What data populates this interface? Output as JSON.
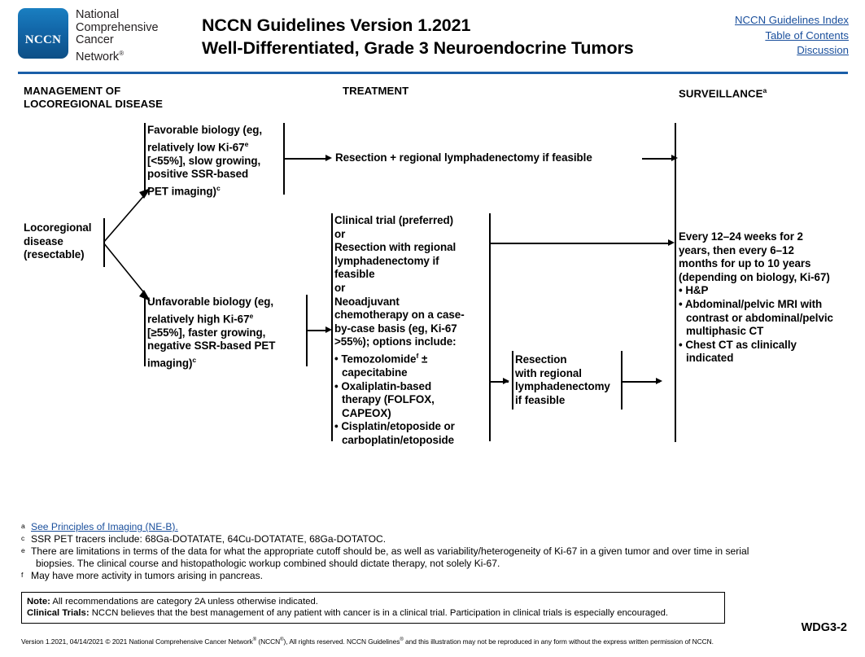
{
  "header": {
    "logo_acronym": "NCCN",
    "logo_line1": "National",
    "logo_line2": "Comprehensive",
    "logo_line3": "Cancer",
    "logo_line4": "Network",
    "logo_reg": "®",
    "title_line1": "NCCN Guidelines Version 1.2021",
    "title_line2": "Well-Differentiated, Grade 3 Neuroendocrine Tumors",
    "links": [
      {
        "label": "NCCN Guidelines Index"
      },
      {
        "label": "Table of Contents"
      },
      {
        "label": "Discussion"
      }
    ],
    "rule_color": "#1a5ea8"
  },
  "columns": {
    "management_line1": "MANAGEMENT OF",
    "management_line2": "LOCOREGIONAL DISEASE",
    "treatment": "TREATMENT",
    "surveillance": "SURVEILLANCE",
    "surveillance_sup": "a"
  },
  "flow": {
    "start": {
      "line1": "Locoregional",
      "line2": "disease",
      "line3": "(resectable)"
    },
    "favorable": {
      "l1": "Favorable biology (eg,",
      "l2a": "relatively low Ki-67",
      "l2sup": "e",
      "l3": "[<55%], slow growing,",
      "l4": "positive SSR-based",
      "l5a": "PET imaging)",
      "l5sup": "c"
    },
    "unfavorable": {
      "l1": "Unfavorable biology (eg,",
      "l2a": "relatively high Ki-67",
      "l2sup": "e",
      "l3": "[≥55%], faster growing,",
      "l4": "negative SSR-based PET",
      "l5a": "imaging)",
      "l5sup": "c"
    },
    "resection_top": "Resection + regional lymphadenectomy if feasible",
    "treatment_block": {
      "l1": "Clinical trial (preferred)",
      "l2": "or",
      "l3": "Resection with regional",
      "l4": "lymphadenectomy if",
      "l5": "feasible",
      "l6": "or",
      "l7": "Neoadjuvant",
      "l8": "chemotherapy on a case-",
      "l9": "by-case basis (eg, Ki-67",
      "l10": ">55%); options include:",
      "b1a": "Temozolomide",
      "b1sup": "f",
      "b1b": " ±",
      "b1c": "capecitabine",
      "b2a": "Oxaliplatin-based",
      "b2b": "therapy (FOLFOX,",
      "b2c": "CAPEOX)",
      "b3a": "Cisplatin/etoposide or",
      "b3b": "carboplatin/etoposide"
    },
    "resection_mid": {
      "l1": "Resection",
      "l2": "with regional",
      "l3": "lymphadenectomy",
      "l4": "if feasible"
    },
    "surveillance_block": {
      "l1": "Every 12–24 weeks for 2",
      "l2": "years, then every 6–12",
      "l3": "months for up to 10 years",
      "l4": "(depending on biology, Ki-67)",
      "b1": "H&P",
      "b2a": "Abdominal/pelvic MRI with",
      "b2b": "contrast or abdominal/pelvic",
      "b2c": "multiphasic CT",
      "b3a": "Chest CT as clinically",
      "b3b": "indicated"
    }
  },
  "footnotes": [
    {
      "mark": "a",
      "link_text": "See Principles of Imaging (NE-B).",
      "is_link": true,
      "text": "",
      "cont": ""
    },
    {
      "mark": "c",
      "is_link": false,
      "text": "SSR PET tracers include: 68Ga-DOTATATE, 64Cu-DOTATATE, 68Ga-DOTATOC.",
      "cont": ""
    },
    {
      "mark": "e",
      "is_link": false,
      "text": "There are limitations in terms of the data for what the appropriate cutoff should be, as well as variability/heterogeneity of Ki-67 in a given tumor and over time in serial",
      "cont": "biopsies. The clinical course and histopathologic workup combined should dictate therapy, not solely Ki-67."
    },
    {
      "mark": "f",
      "is_link": false,
      "text": "May have more activity in tumors arising in pancreas.",
      "cont": ""
    }
  ],
  "note_box": {
    "note_label": "Note:",
    "note_text": " All recommendations are category 2A unless otherwise indicated.",
    "trials_label": "Clinical Trials:",
    "trials_text": " NCCN believes that the best management of any patient with cancer is in a clinical trial. Participation in clinical trials is especially encouraged."
  },
  "footer": {
    "copyright_a": "Version 1.2021, 04/14/2021 © 2021 National Comprehensive Cancer Network",
    "copyright_sup1": "®",
    "copyright_b": " (NCCN",
    "copyright_sup2": "®",
    "copyright_c": "), All rights reserved. NCCN Guidelines",
    "copyright_sup3": "®",
    "copyright_d": " and this illustration may not be reproduced in any form without the express written permission of NCCN.",
    "page_id": "WDG3-2"
  }
}
